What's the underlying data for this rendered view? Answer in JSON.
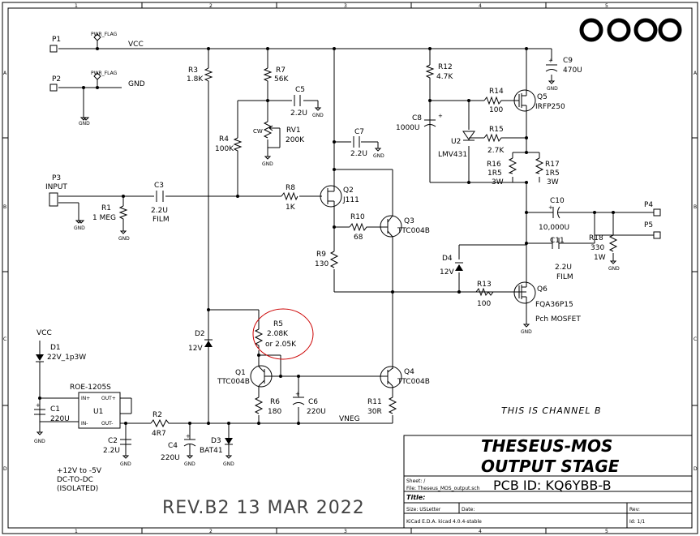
{
  "title_block": {
    "title1": "THESEUS-MOS",
    "title2": "OUTPUT STAGE",
    "sheet": "Sheet: /",
    "file": "File: Theseus_MOS_output.sch",
    "pcb_id": "PCB ID: KQ6YBB-B",
    "title_label": "Title:",
    "size": "Size: USLetter",
    "date": "Date:",
    "rev": "Rev:",
    "kicad": "KiCad E.D.A.  kicad 4.0.4-stable",
    "id": "Id: 1/1"
  },
  "notes": {
    "channel": "THIS IS CHANNEL B",
    "revision": "REV.B2  13 MAR 2022",
    "dcdc1": "+12V to -5V",
    "dcdc2": "DC-TO-DC",
    "dcdc3": "(ISOLATED)",
    "logo": "OOOO",
    "r5_alt1": "2.08K",
    "r5_alt2": "or 2.05K"
  },
  "border": {
    "cols": [
      "1",
      "2",
      "3",
      "4",
      "5"
    ],
    "rows": [
      "A",
      "B",
      "C",
      "D"
    ]
  },
  "nets": {
    "vcc": "VCC",
    "gnd": "GND",
    "vneg": "VNEG",
    "pwr_flag": "PWR_FLAG",
    "input": "INPUT"
  },
  "parts": {
    "P1": "P1",
    "P2": "P2",
    "P3": "P3",
    "P4": "P4",
    "P5": "P5",
    "R1": "R1",
    "R1v": "1 MEG",
    "R2": "R2",
    "R2v": "4R7",
    "R3": "R3",
    "R3v": "1.8K",
    "R4": "R4",
    "R4v": "100K",
    "R5": "R5",
    "R6": "R6",
    "R6v": "180",
    "R7": "R7",
    "R7v": "56K",
    "R8": "R8",
    "R8v": "1K",
    "R9": "R9",
    "R9v": "130",
    "R10": "R10",
    "R10v": "68",
    "R11": "R11",
    "R11v": "30R",
    "R12": "R12",
    "R12v": "4.7K",
    "R13": "R13",
    "R13v": "100",
    "R14": "R14",
    "R14v": "100",
    "R15": "R15",
    "R15v": "2.7K",
    "R16": "R16",
    "R16v": "1R5",
    "R16w": "3W",
    "R17": "R17",
    "R17v": "1R5",
    "R17w": "3W",
    "R18": "R18",
    "R18v": "330",
    "R18w": "1W",
    "RV1": "RV1",
    "RV1v": "200K",
    "C1": "C1",
    "C1v": "220U",
    "C2": "C2",
    "C2v": "2.2U",
    "C3": "C3",
    "C3v": "2.2U",
    "C3t": "FILM",
    "C4": "C4",
    "C4v": "220U",
    "C5": "C5",
    "C5v": "2.2U",
    "C6": "C6",
    "C6v": "220U",
    "C7": "C7",
    "C7v": "2.2U",
    "C8": "C8",
    "C8v": "1000U",
    "C9": "C9",
    "C9v": "470U",
    "C10": "C10",
    "C10v": "10,000U",
    "C11": "C11",
    "C11v": "2.2U",
    "C11t": "FILM",
    "D1": "D1",
    "D1v": "22V_1p3W",
    "D2": "D2",
    "D2v": "12V",
    "D3": "D3",
    "D3v": "BAT41",
    "D4": "D4",
    "D4v": "12V",
    "Q1": "Q1",
    "Q1v": "TTC004B",
    "Q2": "Q2",
    "Q2v": "J111",
    "Q3": "Q3",
    "Q3v": "TTC004B",
    "Q4": "Q4",
    "Q4v": "TTC004B",
    "Q5": "Q5",
    "Q5v": "IRFP250",
    "Q6": "Q6",
    "Q6v": "FQA36P15",
    "Q6t": "Pch MOSFET",
    "U1": "U1",
    "U1v": "ROE-1205S",
    "U1_in_p": "IN+",
    "U1_in_m": "IN-",
    "U1_out_p": "OUT+",
    "U1_out_m": "OUT-",
    "U2": "U2",
    "U2v": "LMV431",
    "cw": "CW"
  }
}
